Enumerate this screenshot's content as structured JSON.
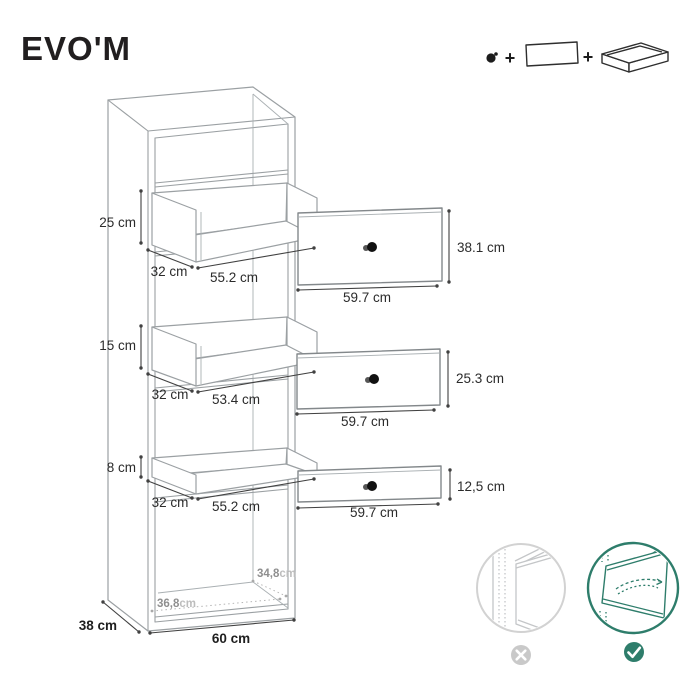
{
  "brand": {
    "name": "EVO'M"
  },
  "legend": {
    "plus": "+",
    "items": [
      "knob",
      "drawer-front-panel",
      "drawer-box"
    ]
  },
  "dimensions": {
    "compartments": [
      {
        "height": "25 cm",
        "depth": "32 cm",
        "width": "55.2 cm"
      },
      {
        "height": "15 cm",
        "depth": "32 cm",
        "width": "53.4 cm"
      },
      {
        "height": "8 cm",
        "depth": "32 cm",
        "width": "55.2 cm"
      }
    ],
    "drawer_fronts": [
      {
        "height": "38.1 cm",
        "width": "59.7 cm"
      },
      {
        "height": "25.3 cm",
        "width": "59.7 cm"
      },
      {
        "height": "12,5 cm",
        "width": "59.7 cm"
      }
    ],
    "cabinet": {
      "width": "60 cm",
      "depth": "38 cm",
      "interior_depth_upper": {
        "value": "34,8",
        "unit": "cm"
      },
      "interior_depth_lower": {
        "value": "36,8",
        "unit": "cm"
      }
    }
  },
  "instructions": {
    "wrong_icon": "x-icon",
    "correct_icon": "check-icon"
  },
  "colors": {
    "accent": "#2E7D6B",
    "wrong_gray": "#C9C9C9",
    "outline": "#9BA0A3",
    "dim_line": "#414141"
  }
}
